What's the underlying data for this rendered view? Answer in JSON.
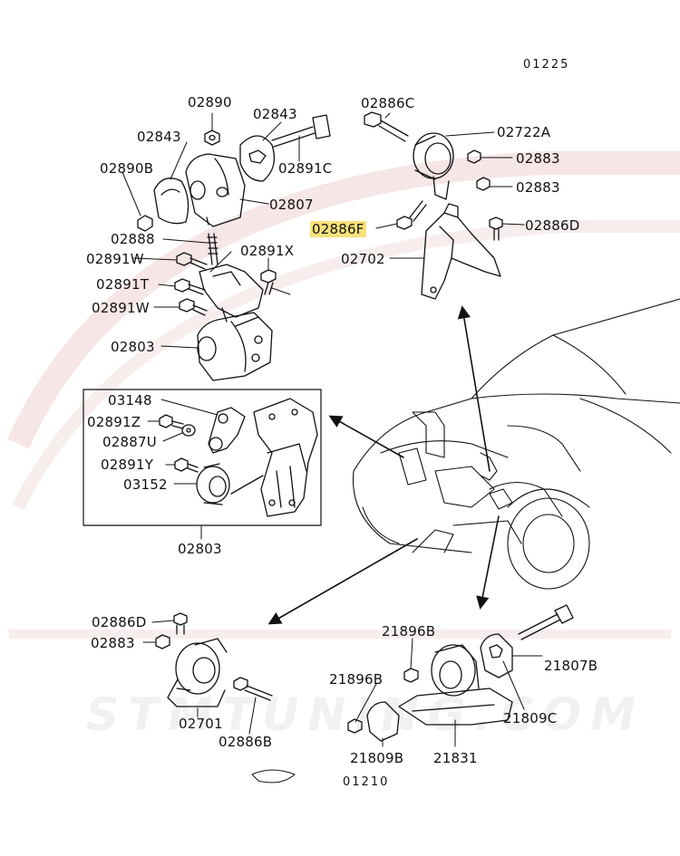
{
  "references": {
    "top": "01225",
    "bottom": "01210"
  },
  "watermark": "STMTUNING.COM",
  "colors": {
    "highlight": "#f6e27a",
    "line": "#111111",
    "watermark": "#f3e3e3"
  },
  "labels": {
    "p02890": "02890",
    "p02843a": "02843",
    "p02843b": "02843",
    "p02890B": "02890B",
    "p02891C": "02891C",
    "p02807": "02807",
    "p02888": "02888",
    "p02891X": "02891X",
    "p02891Wa": "02891W",
    "p02891T": "02891T",
    "p02891Wb": "02891W",
    "p02803a": "02803",
    "p02886C": "02886C",
    "p02722A": "02722A",
    "p02883a": "02883",
    "p02883b": "02883",
    "p02886F": "02886F",
    "p02886Da": "02886D",
    "p02702": "02702",
    "p03148": "03148",
    "p02891Z": "02891Z",
    "p02887U": "02887U",
    "p02891Y": "02891Y",
    "p03152": "03152",
    "p02803b": "02803",
    "p02886Db": "02886D",
    "p02883c": "02883",
    "p02701": "02701",
    "p02886B": "02886B",
    "p21896Ba": "21896B",
    "p21896Bb": "21896B",
    "p21807B": "21807B",
    "p21809C": "21809C",
    "p21809B": "21809B",
    "p21831": "21831"
  }
}
